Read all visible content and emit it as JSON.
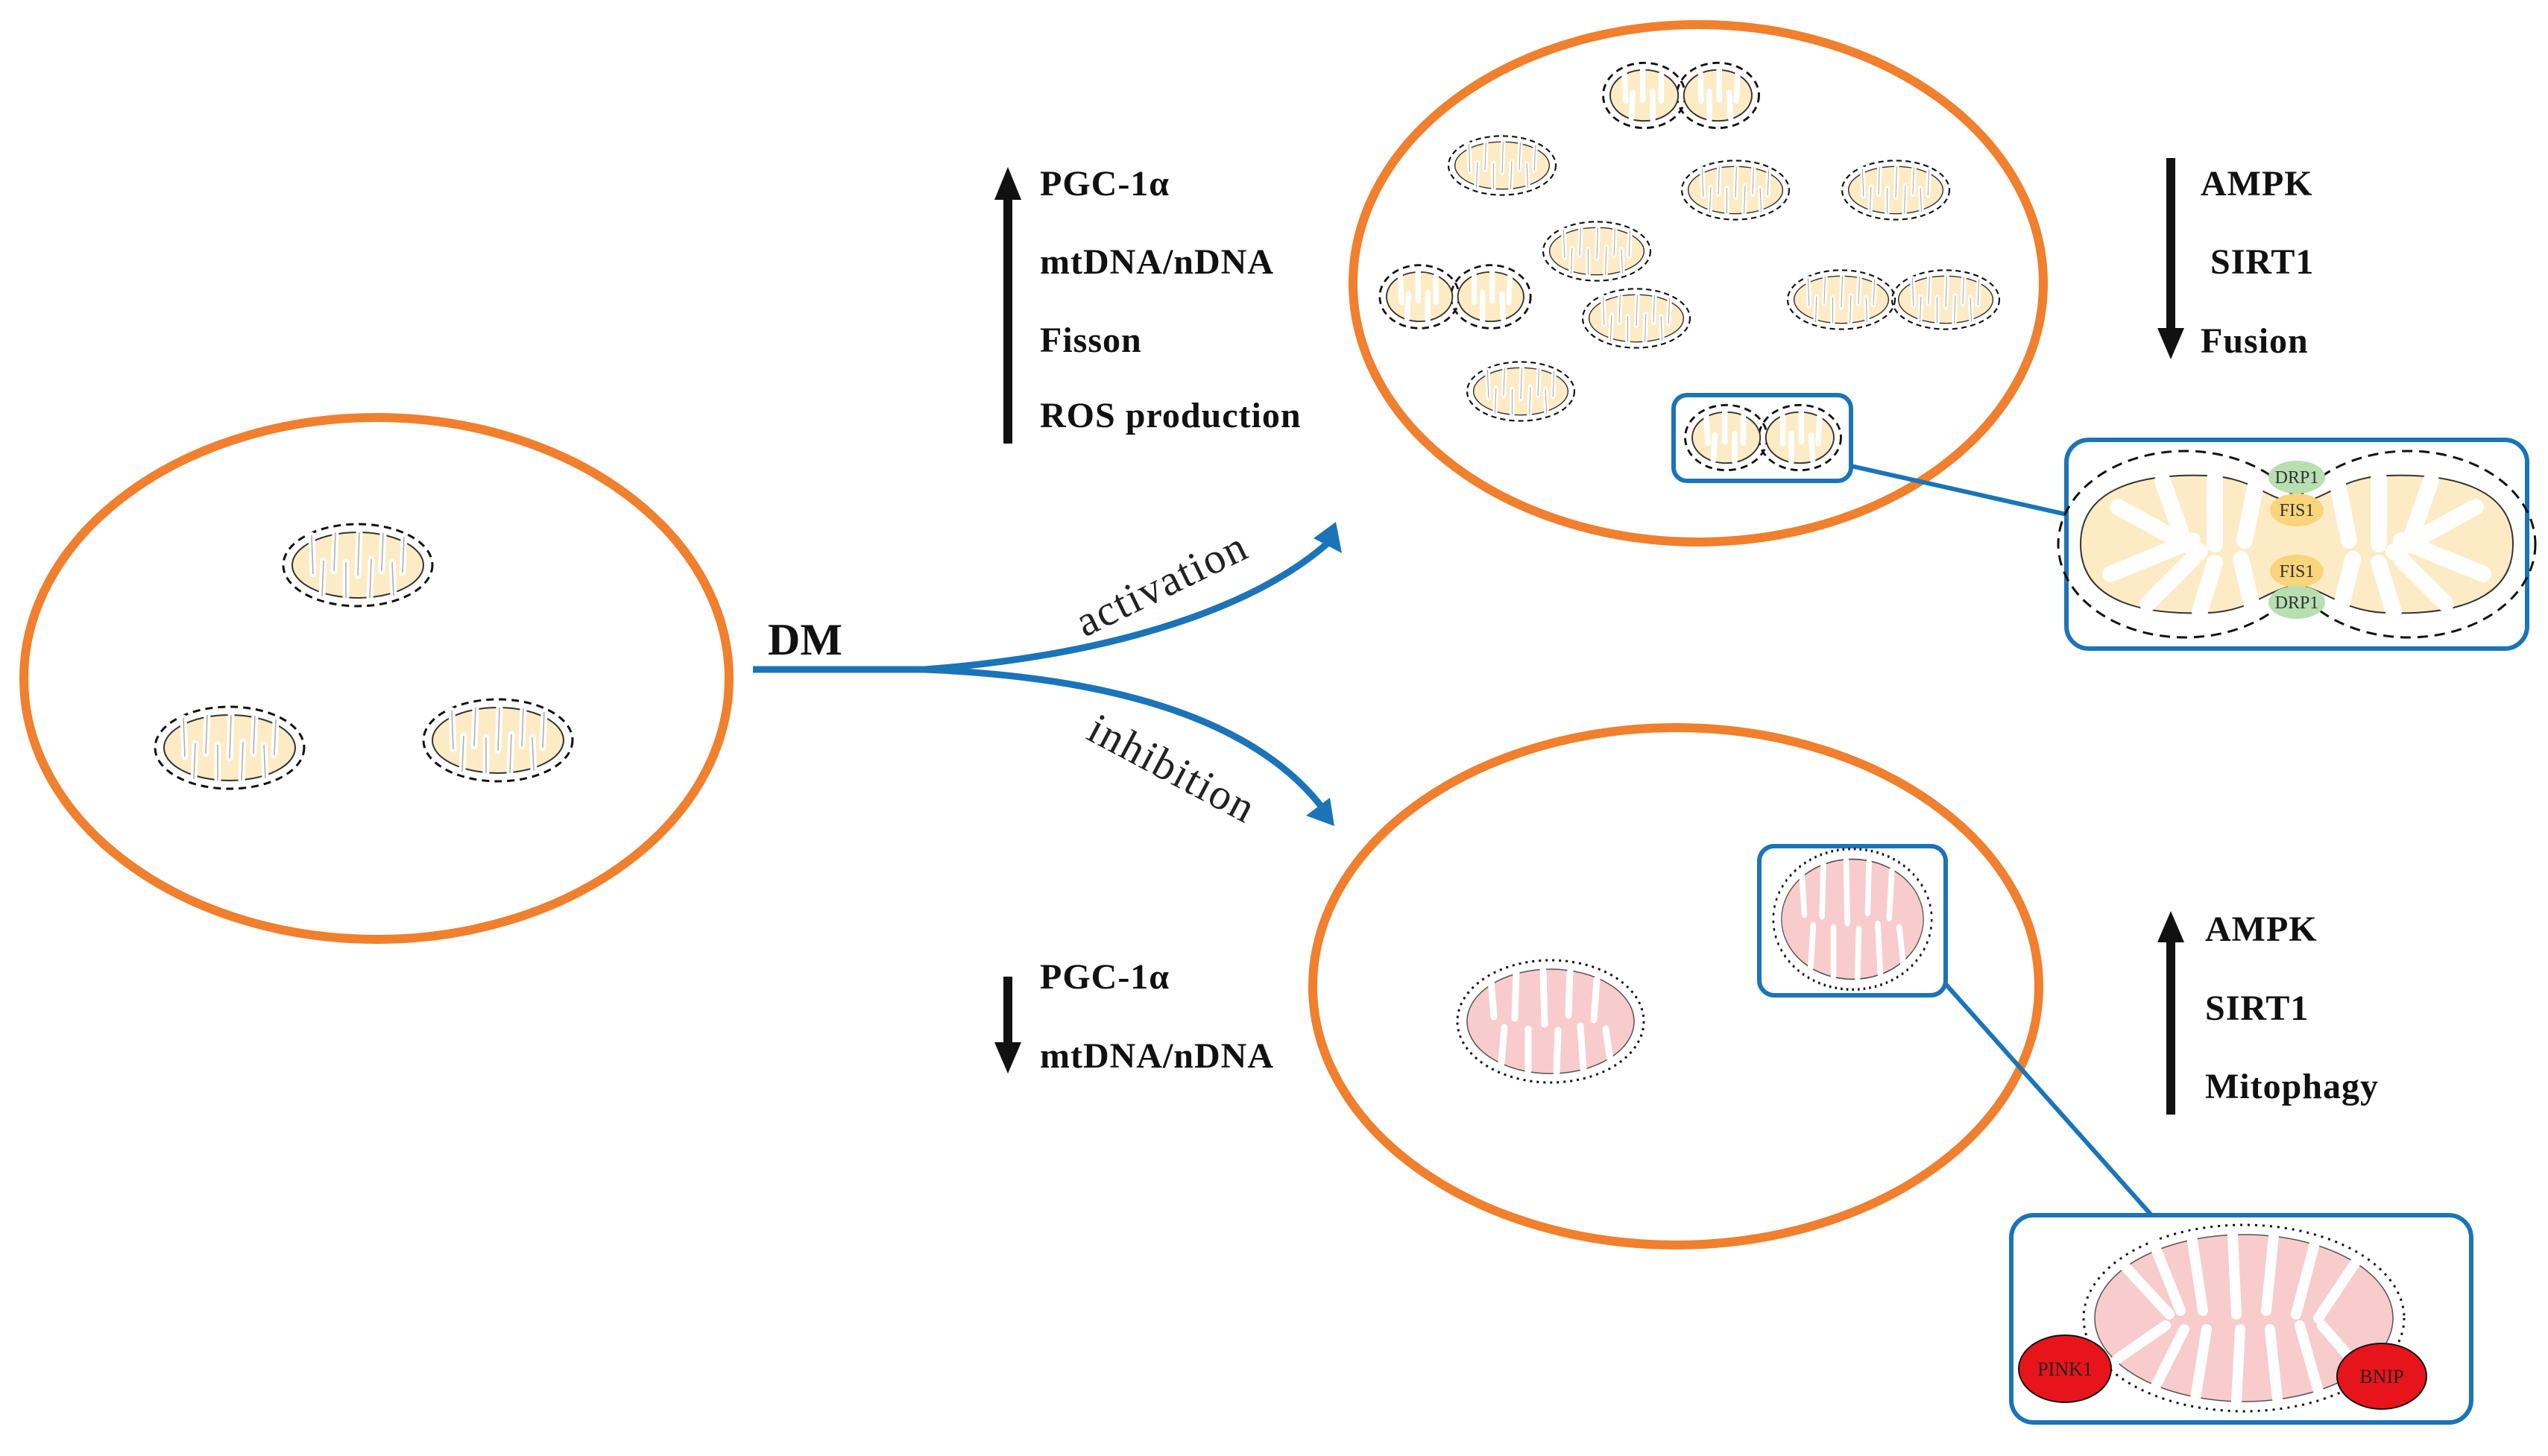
{
  "input_label": "DM",
  "activation_label": "activation",
  "inhibition_label": "inhibition",
  "up_left": [
    "PGC-1α",
    "mtDNA/nDNA",
    "Fisson",
    "ROS production"
  ],
  "down_right_top": [
    "AMPK",
    "SIRT1",
    "Fusion"
  ],
  "down_left": [
    "PGC-1α",
    "mtDNA/nDNA"
  ],
  "up_right_bottom": [
    "AMPK",
    "SIRT1",
    "Mitophagy"
  ],
  "fission_proteins": {
    "drp1_top": "DRP1",
    "fis1_top": "FIS1",
    "fis1_bottom": "FIS1",
    "drp1_bottom": "DRP1"
  },
  "mitophagy_proteins": {
    "pink1": "PINK1",
    "bnip": "BNIP"
  },
  "colors": {
    "cell_border": "#f07f2e",
    "inset_border": "#1b74b8",
    "arrow_blue": "#1b74b8",
    "healthy_mito_fill": "#fcebc4",
    "damaged_mito_fill": "#f8cccc",
    "drp1": "#b7dfb0",
    "fis1": "#f8d57a",
    "pink_protein": "#e8141b"
  },
  "icons": [
    "up-arrow-icon",
    "down-arrow-icon",
    "mitochondrion-icon"
  ]
}
